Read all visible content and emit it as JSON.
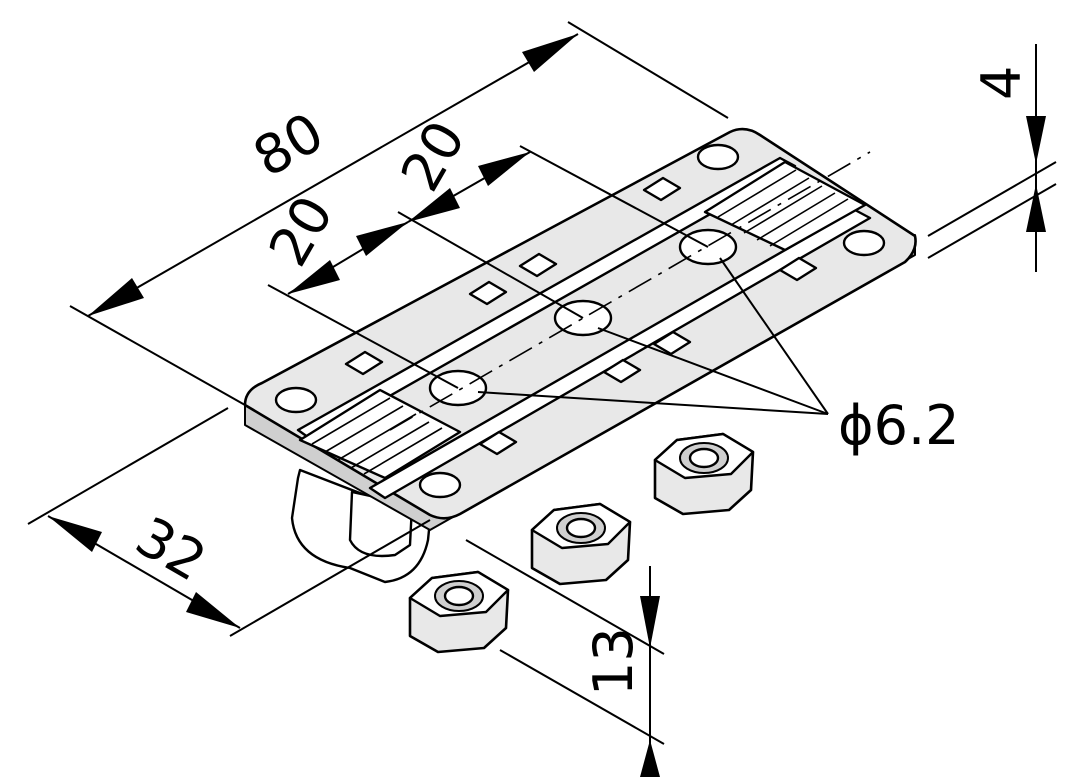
{
  "dimensions": {
    "overall_length": "80",
    "pitch_first": "20",
    "pitch_second": "20",
    "width": "32",
    "height": "13",
    "thickness": "4",
    "hole_diameter": "ϕ6.2"
  }
}
